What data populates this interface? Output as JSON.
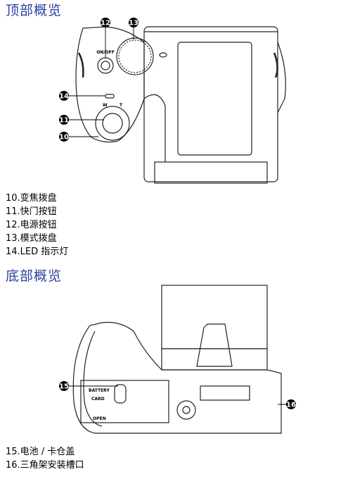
{
  "top_section": {
    "heading": "顶部概览",
    "callouts": [
      "12",
      "13",
      "14",
      "11",
      "10"
    ],
    "dial_labels": {
      "on_off": "ON/OFF",
      "zoom": "W",
      "zoom_tele": "T"
    },
    "items": [
      "10.变焦拨盘",
      "11.快门按钮",
      "12.电源按钮",
      "13.模式拨盘",
      "14.LED 指示灯"
    ]
  },
  "bottom_section": {
    "heading": "底部概览",
    "callouts": [
      "15",
      "16"
    ],
    "door_labels": {
      "battery": "BATTERY",
      "card": "CARD",
      "open": "OPEN"
    },
    "items": [
      "15.电池 / 卡仓盖",
      "16.三角架安装槽口"
    ]
  }
}
